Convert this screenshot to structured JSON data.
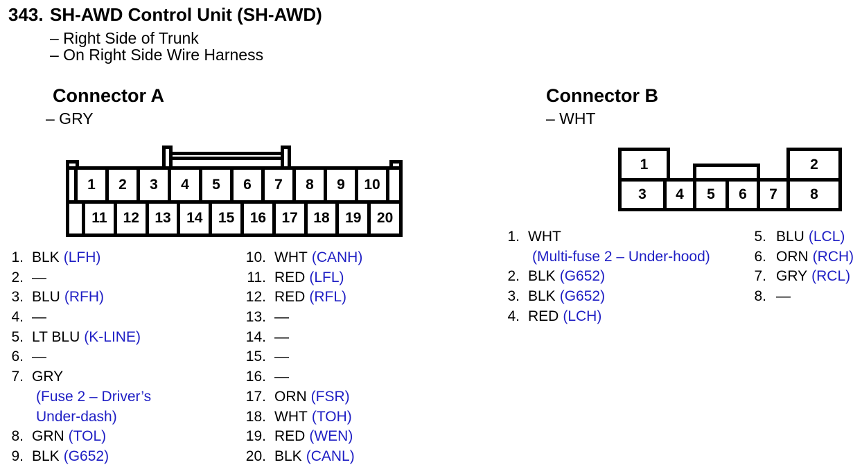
{
  "colors": {
    "signal_blue": "#1e1ec4",
    "ink": "#000000"
  },
  "header": {
    "item_number": "343.",
    "title": "SH-AWD Control Unit (SH-AWD)",
    "location_line_1": "– Right Side of Trunk",
    "location_line_2": "– On Right Side Wire Harness"
  },
  "connector_a": {
    "heading": "Connector A",
    "housing_color": "– GRY",
    "diagram": {
      "top_row": [
        "1",
        "2",
        "3",
        "4",
        "5",
        "6",
        "7",
        "8",
        "9",
        "10"
      ],
      "bottom_row": [
        "11",
        "12",
        "13",
        "14",
        "15",
        "16",
        "17",
        "18",
        "19",
        "20"
      ]
    },
    "list_left": [
      {
        "num": "1.",
        "wire": "BLK",
        "signal": "(LFH)"
      },
      {
        "num": "2.",
        "wire": "—",
        "signal": ""
      },
      {
        "num": "3.",
        "wire": "BLU",
        "signal": "(RFH)"
      },
      {
        "num": "4.",
        "wire": "—",
        "signal": ""
      },
      {
        "num": "5.",
        "wire": "LT BLU",
        "signal": "(K-LINE)"
      },
      {
        "num": "6.",
        "wire": "—",
        "signal": ""
      },
      {
        "num": "7.",
        "wire": "GRY",
        "signal": ""
      },
      {
        "num": "",
        "wire": "",
        "signal": "(Fuse 2 – Driver’s"
      },
      {
        "num": "",
        "wire": "",
        "signal": "Under-dash)"
      },
      {
        "num": "8.",
        "wire": "GRN",
        "signal": "(TOL)"
      },
      {
        "num": "9.",
        "wire": "BLK",
        "signal": "(G652)"
      }
    ],
    "list_right": [
      {
        "num": "10.",
        "wire": "WHT",
        "signal": "(CANH)"
      },
      {
        "num": "11.",
        "wire": "RED",
        "signal": "(LFL)"
      },
      {
        "num": "12.",
        "wire": "RED",
        "signal": "(RFL)"
      },
      {
        "num": "13.",
        "wire": "—",
        "signal": ""
      },
      {
        "num": "14.",
        "wire": "—",
        "signal": ""
      },
      {
        "num": "15.",
        "wire": "—",
        "signal": ""
      },
      {
        "num": "16.",
        "wire": "—",
        "signal": ""
      },
      {
        "num": "17.",
        "wire": "ORN",
        "signal": "(FSR)"
      },
      {
        "num": "18.",
        "wire": "WHT",
        "signal": "(TOH)"
      },
      {
        "num": "19.",
        "wire": "RED",
        "signal": "(WEN)"
      },
      {
        "num": "20.",
        "wire": "BLK",
        "signal": "(CANL)"
      }
    ]
  },
  "connector_b": {
    "heading": "Connector B",
    "housing_color": "– WHT",
    "diagram": {
      "top_left_pin": "1",
      "top_right_pin": "2",
      "bottom_row": [
        "3",
        "4",
        "5",
        "6",
        "7",
        "8"
      ]
    },
    "list_left": [
      {
        "num": "1.",
        "wire": "WHT",
        "signal": ""
      },
      {
        "num": "",
        "wire": "",
        "signal": "(Multi-fuse 2 – Under-hood)"
      },
      {
        "num": "2.",
        "wire": "BLK",
        "signal": "(G652)"
      },
      {
        "num": "3.",
        "wire": "BLK",
        "signal": "(G652)"
      },
      {
        "num": "4.",
        "wire": "RED",
        "signal": "(LCH)"
      }
    ],
    "list_right": [
      {
        "num": "5.",
        "wire": "BLU",
        "signal": "(LCL)"
      },
      {
        "num": "6.",
        "wire": "ORN",
        "signal": "(RCH)"
      },
      {
        "num": "7.",
        "wire": "GRY",
        "signal": "(RCL)"
      },
      {
        "num": "8.",
        "wire": "—",
        "signal": ""
      }
    ]
  }
}
